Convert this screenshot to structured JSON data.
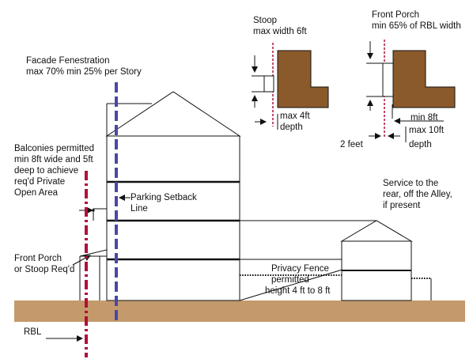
{
  "labels": {
    "facade_fenestration": {
      "line1": "Facade Fenestration",
      "line2": "max 70% min 25% per Story"
    },
    "balconies": {
      "line1": "Balconies permitted",
      "line2": "min 8ft wide and 5ft",
      "line3": "deep to achieve",
      "line4": "req'd Private",
      "line5": "Open Area"
    },
    "front_porch_stoop": {
      "line1": "Front Porch",
      "line2": "or Stoop Req'd"
    },
    "rbl": "RBL",
    "parking_setback": {
      "line1": "Parking Setback",
      "line2": "Line"
    },
    "privacy_fence": {
      "line1": "Privacy Fence",
      "line2": "permitted",
      "line3": "height 4 ft  to 8 ft"
    },
    "service": {
      "line1": "Service to the",
      "line2": "rear, off the Alley,",
      "line3": "if present"
    }
  },
  "stoop_detail": {
    "title": "Stoop",
    "width_rule": "max width 6ft",
    "depth_value": "max 4ft",
    "depth_label": "depth"
  },
  "porch_detail": {
    "title": "Front Porch",
    "width_rule": "min 65% of RBL width",
    "depth_min": "min 8ft",
    "depth_max": "max 10ft",
    "depth_label": "depth",
    "offset": "2 feet"
  },
  "colors": {
    "ground": "#c49a6c",
    "detail_block": "#8b5a2b",
    "rbl_line": "#b0103a",
    "setback_line": "#4848a8",
    "linework": "#111111"
  }
}
